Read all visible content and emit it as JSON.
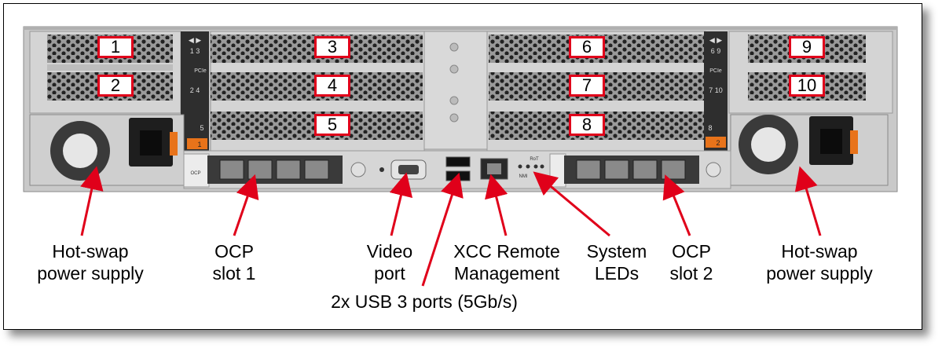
{
  "slot_numbers": [
    "1",
    "2",
    "3",
    "4",
    "5",
    "6",
    "7",
    "8",
    "9",
    "10"
  ],
  "callouts": {
    "psu_left": "Hot-swap\npower supply",
    "ocp1": "OCP\nslot 1",
    "video": "Video\nport",
    "xcc": "XCC Remote\nManagement",
    "usb": "2x USB 3 ports (5Gb/s)",
    "leds": "System\nLEDs",
    "ocp2": "OCP\nslot 2",
    "psu_right": "Hot-swap\npower supply"
  },
  "panel_labels": {
    "riser1_top": "1  3",
    "riser1_mid": "PCIe",
    "riser1_low": "2  4",
    "riser1_bot": "5",
    "riser1_tag": "1",
    "riser2_top": "6  9",
    "riser2_mid": "PCIe",
    "riser2_low": "7  10",
    "riser2_bot": "8",
    "riser2_tag": "2",
    "ocp_tag": "OCP",
    "nmi": "NMI",
    "rot": "RoT"
  },
  "colors": {
    "slot_box_border": "#e0001a",
    "arrow": "#e0001a",
    "chassis": "#c9c9c9",
    "chassis_dark": "#2e2e2e",
    "accent_orange": "#e8731a"
  }
}
